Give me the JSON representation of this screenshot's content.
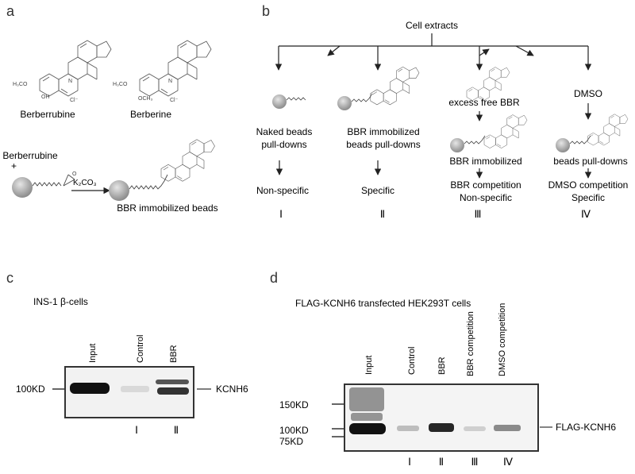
{
  "panel_a": {
    "letter": "a",
    "mol1_name": "Berberrubine",
    "mol2_name": "Berberine",
    "mol1_groups": {
      "ome": "H₃CO",
      "oh": "OH",
      "nplus": "N",
      "cl": "Cl⁻"
    },
    "mol2_groups": {
      "ome": "H₃CO",
      "ome2": "OCH₃",
      "nplus": "N",
      "cl": "Cl⁻"
    },
    "reactant": "Berberrubine",
    "plus": "+",
    "reagent": "K₂CO₃",
    "product": "BBR immobilized beads"
  },
  "panel_b": {
    "letter": "b",
    "root": "Cell extracts",
    "branches": [
      {
        "top": [
          "Naked beads",
          "pull-downs"
        ],
        "result": [
          "Non-specific"
        ],
        "numeral": "Ⅰ"
      },
      {
        "top": [
          "BBR immobilized",
          "beads pull-downs"
        ],
        "result": [
          "Specific"
        ],
        "numeral": "Ⅱ"
      },
      {
        "label1": "excess free BBR",
        "label2": "BBR immobilized",
        "result": [
          "BBR competition",
          "Non-specific"
        ],
        "numeral": "Ⅲ"
      },
      {
        "label1": "DMSO",
        "label2": "beads pull-downs",
        "result": [
          "DMSO competition",
          "Specific"
        ],
        "numeral": "Ⅳ"
      }
    ]
  },
  "panel_c": {
    "letter": "c",
    "title": "INS-1 β-cells",
    "lanes": [
      "Input",
      "Control",
      "BBR"
    ],
    "numerals": [
      "Ⅰ",
      "Ⅱ"
    ],
    "marker": "100KD",
    "band_label": "KCNH6"
  },
  "panel_d": {
    "letter": "d",
    "title": "FLAG-KCNH6 transfected HEK293T cells",
    "lanes": [
      "Input",
      "Control",
      "BBR",
      "BBR competition",
      "DMSO competition"
    ],
    "numerals": [
      "Ⅰ",
      "Ⅱ",
      "Ⅲ",
      "Ⅳ"
    ],
    "markers": [
      "150KD",
      "100KD",
      "75KD"
    ],
    "band_label": "FLAG-KCNH6"
  }
}
